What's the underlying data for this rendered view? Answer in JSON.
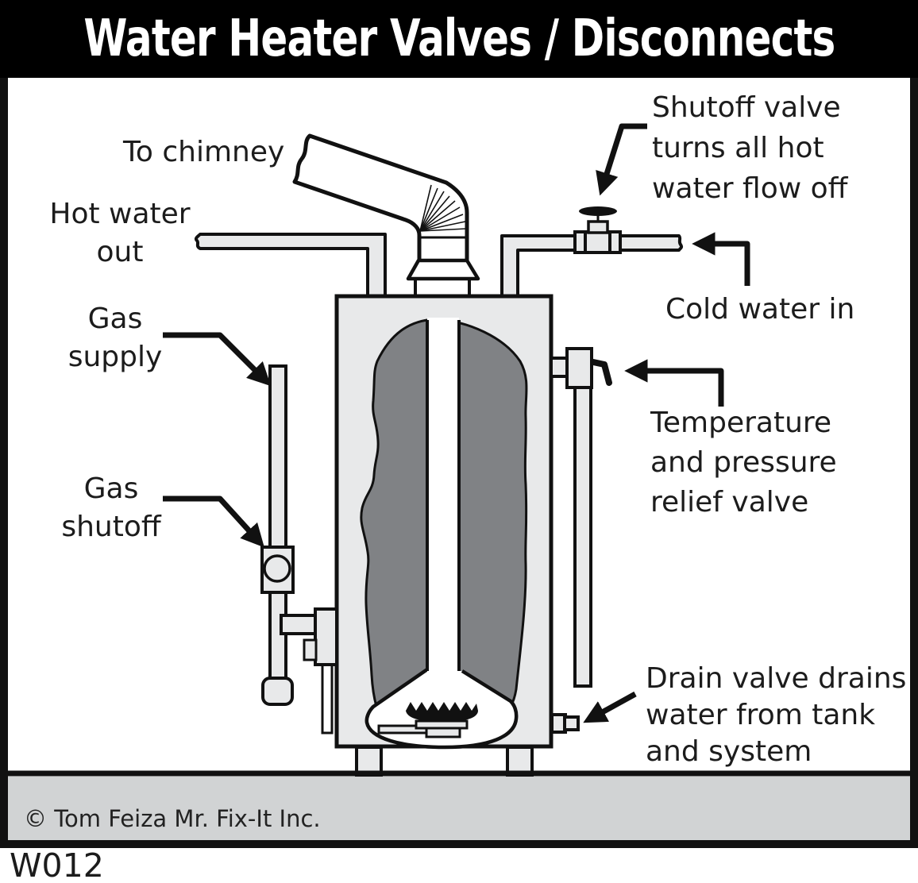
{
  "title": "Water Heater Valves / Disconnects",
  "figure_code": "W012",
  "copyright": "© Tom Feiza Mr. Fix-It Inc.",
  "labels": {
    "to_chimney": "To chimney",
    "hot_water_out": {
      "line1": "Hot water",
      "line2": "out"
    },
    "gas_supply": {
      "line1": "Gas",
      "line2": "supply"
    },
    "gas_shutoff": {
      "line1": "Gas",
      "line2": "shutoff"
    },
    "shutoff_valve": {
      "line1": "Shutoff valve",
      "line2": "turns all hot",
      "line3": "water flow off"
    },
    "cold_water_in": "Cold water in",
    "relief_valve": {
      "line1": "Temperature",
      "line2": "and pressure",
      "line3": "relief valve"
    },
    "drain_valve": {
      "line1": "Drain valve drains",
      "line2": "water from tank",
      "line3": "and system"
    }
  },
  "colors": {
    "banner_black": "#000000",
    "banner_text": "#ffffff",
    "line_black": "#111111",
    "pipe_gray": "#e8e9ea",
    "water_gray": "#808285",
    "floor_gray": "#d1d3d4"
  }
}
